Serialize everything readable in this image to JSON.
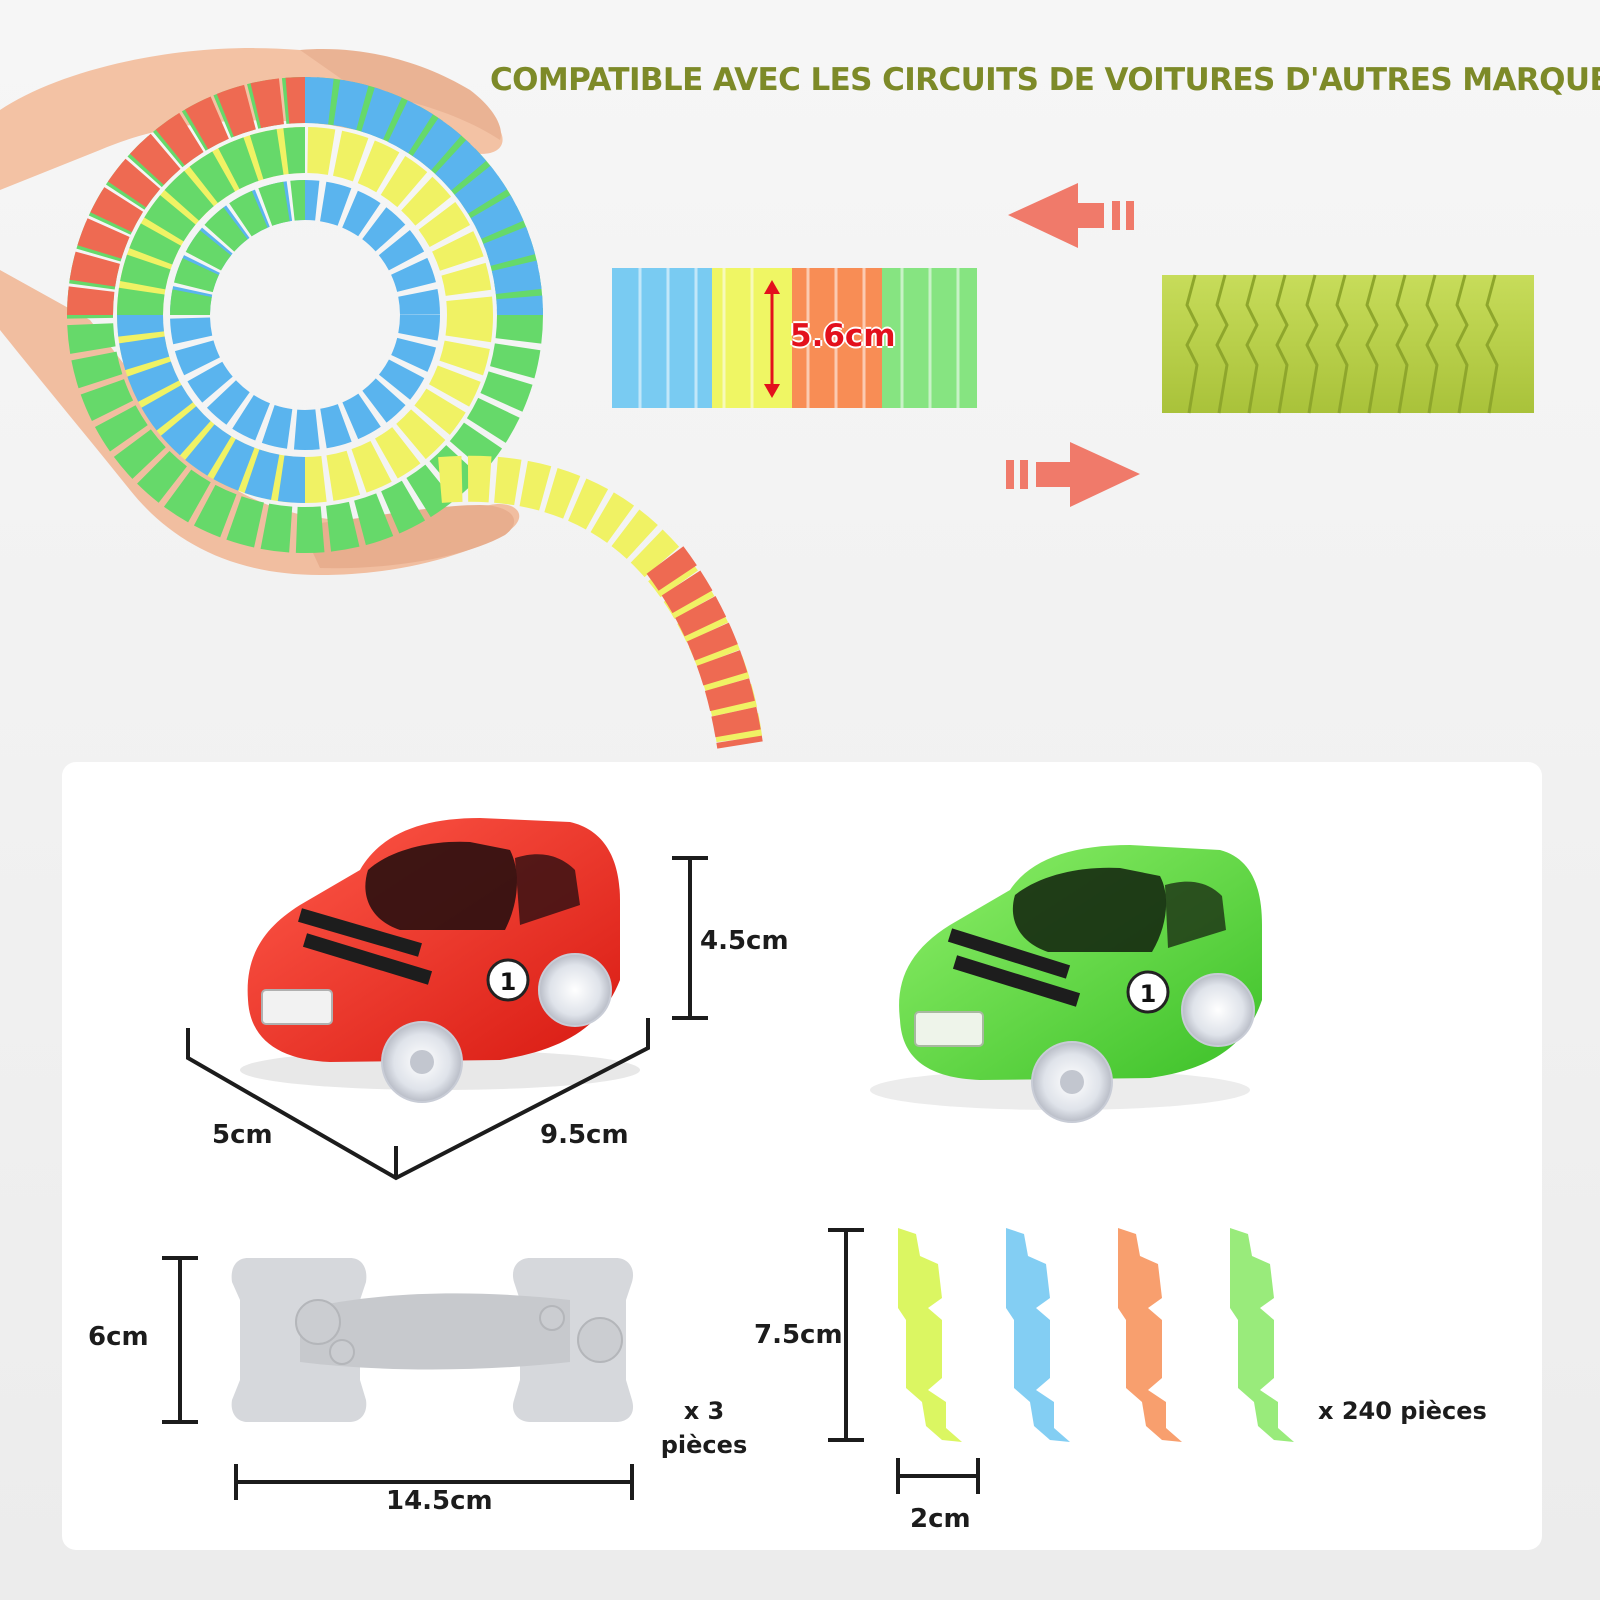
{
  "headline": "COMPATIBLE AVEC LES CIRCUITS DE VOITURES D'AUTRES MARQUES",
  "colors": {
    "headline": "#7d8a28",
    "track_height_label": "#e3101c",
    "panel": "#ffffff",
    "dimension_lines": "#1c1c1c",
    "arrows": "#f07a6a"
  },
  "track_comparison": {
    "height_label": "5.6cm"
  },
  "car_dimensions": {
    "height": "4.5cm",
    "width": "5cm",
    "length": "9.5cm"
  },
  "connector": {
    "height": "6cm",
    "length": "14.5cm",
    "qty_line1": "x 3",
    "qty_line2": "pièces"
  },
  "track_piece": {
    "height": "7.5cm",
    "width": "2cm",
    "qty": "x 240 pièces"
  }
}
